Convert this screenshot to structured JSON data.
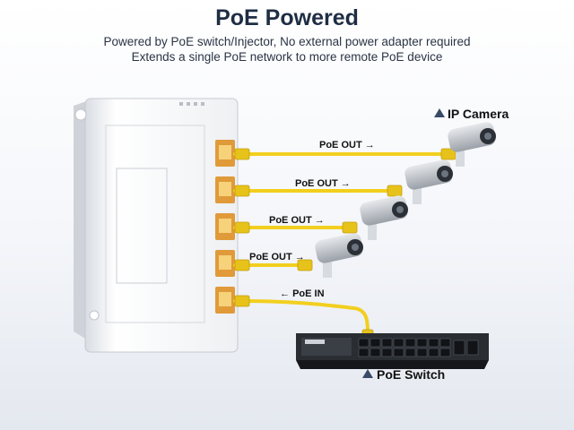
{
  "header": {
    "title": "PoE Powered",
    "subtitle_line1": "Powered by PoE switch/Injector, No external power adapter required",
    "subtitle_line2": "Extends a single PoE network to more remote PoE device"
  },
  "device_labels": {
    "ip_camera": "IP Camera",
    "poe_switch": "PoE Switch"
  },
  "ports": [
    {
      "label": "PoE OUT",
      "arrow": "→"
    },
    {
      "label": "PoE OUT",
      "arrow": "→"
    },
    {
      "label": "PoE OUT",
      "arrow": "→"
    },
    {
      "label": "PoE OUT",
      "arrow": "→"
    },
    {
      "label": "PoE IN",
      "arrow": "←"
    }
  ],
  "colors": {
    "cable": "#f2cf1f",
    "port": "#e09a3a",
    "title": "#1f2d44",
    "switch_body": "#25282d"
  }
}
